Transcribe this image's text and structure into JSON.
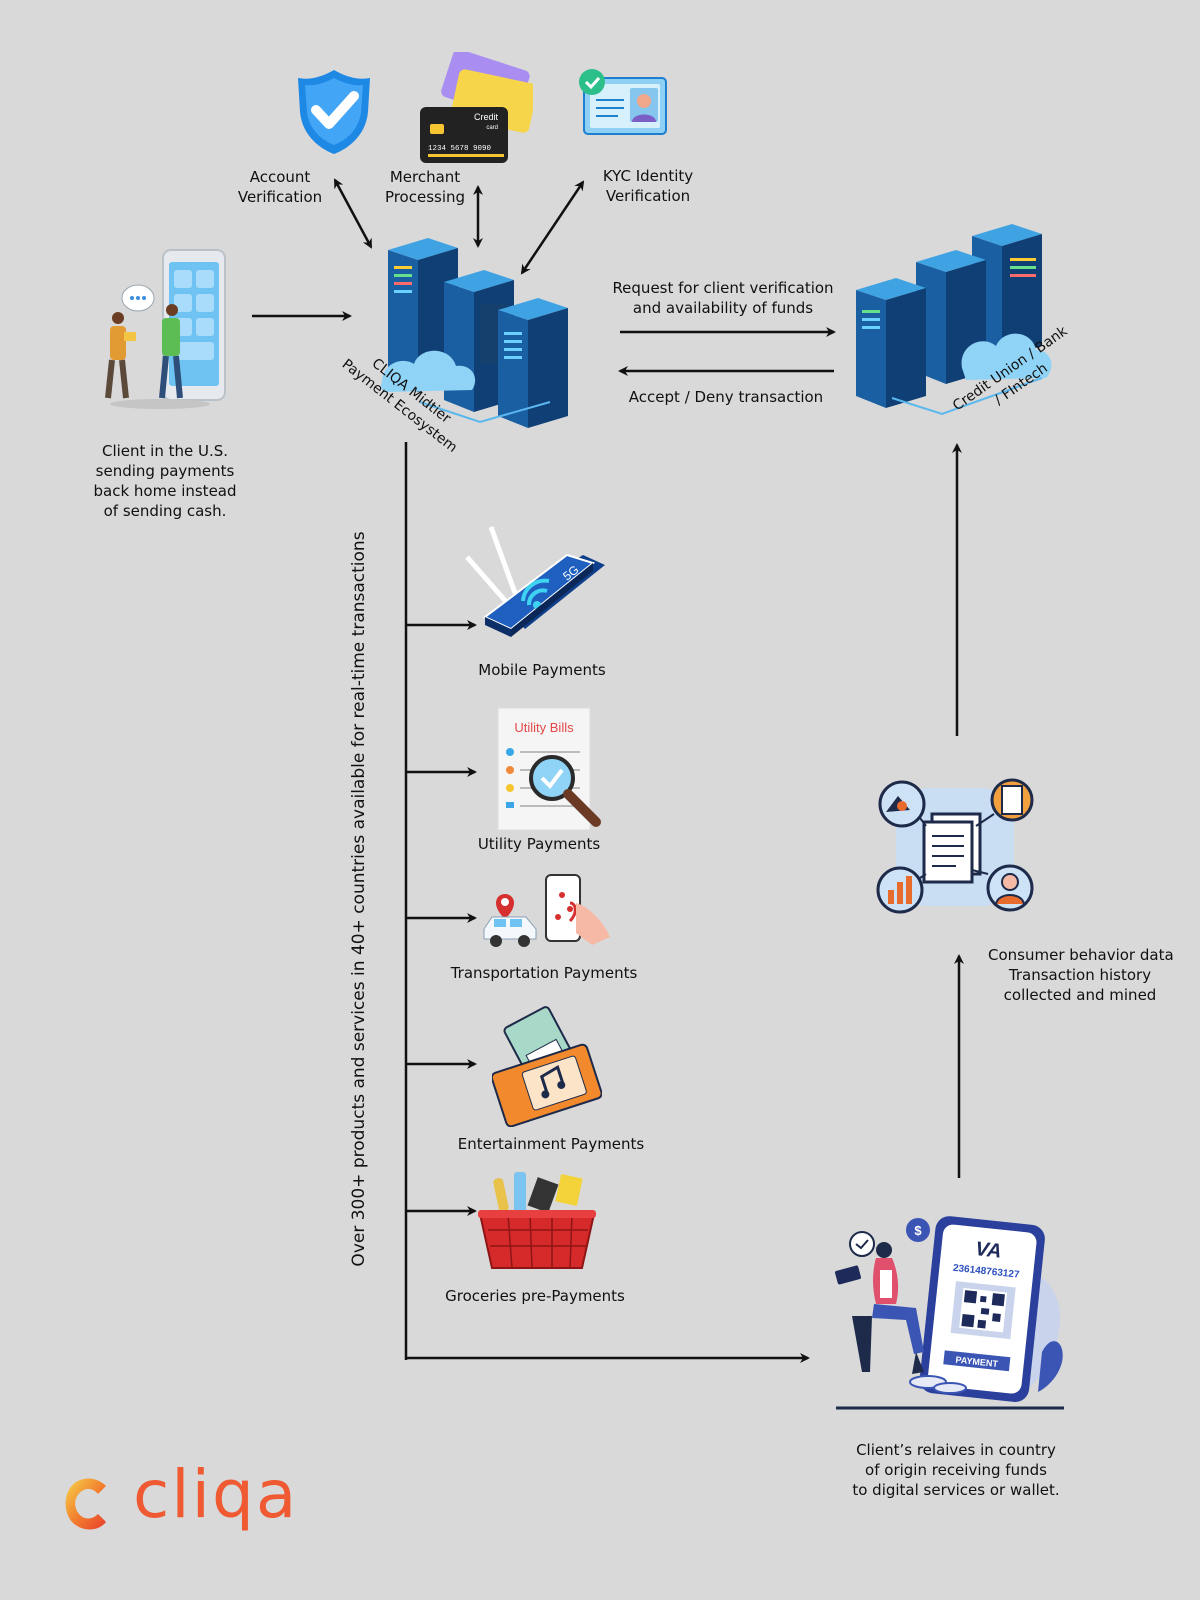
{
  "top_services": {
    "account_verification": [
      "Account",
      "Verification"
    ],
    "merchant_processing": [
      "Merchant",
      "Processing"
    ],
    "kyc_verification": [
      "KYC Identity",
      "Verification"
    ]
  },
  "card": {
    "brand": "Credit",
    "sub": "card",
    "number": "1234  5678  9090"
  },
  "client_us": [
    "Client in the U.S.",
    "sending payments",
    "back home instead",
    "of sending cash."
  ],
  "cliqa_ecosystem": [
    "CLIQA Midtier",
    "Payment Ecosystem"
  ],
  "bank": [
    "Credit Union / Bank",
    "/ FIntech"
  ],
  "request_label": [
    "Request for client verification",
    "and availability of funds"
  ],
  "response_label": "Accept / Deny transaction",
  "vertical_caption": "Over 300+ products and services in 40+ countries available for real-time transactions",
  "payments": [
    {
      "label": "Mobile Payments",
      "icon": "router-5g-icon"
    },
    {
      "label": "Utility Payments",
      "icon": "utility-bills-icon"
    },
    {
      "label": "Transportation Payments",
      "icon": "transport-map-icon"
    },
    {
      "label": "Entertainment Payments",
      "icon": "tickets-icon"
    },
    {
      "label": "Groceries pre-Payments",
      "icon": "grocery-basket-icon"
    }
  ],
  "router_badge": "5G",
  "utility_doc_title": "Utility Bills",
  "consumer_data": [
    "Consumer behavior data",
    "Transaction history",
    "collected and mined"
  ],
  "va_card": {
    "title": "VA",
    "number": "236148763127",
    "button": "PAYMENT",
    "currency_badge": "$"
  },
  "recipient": [
    "Client’s relaives in country",
    "of origin receiving funds",
    "to digital services or wallet."
  ],
  "brand": {
    "name": "cliqa",
    "color": "#ef5a32"
  }
}
